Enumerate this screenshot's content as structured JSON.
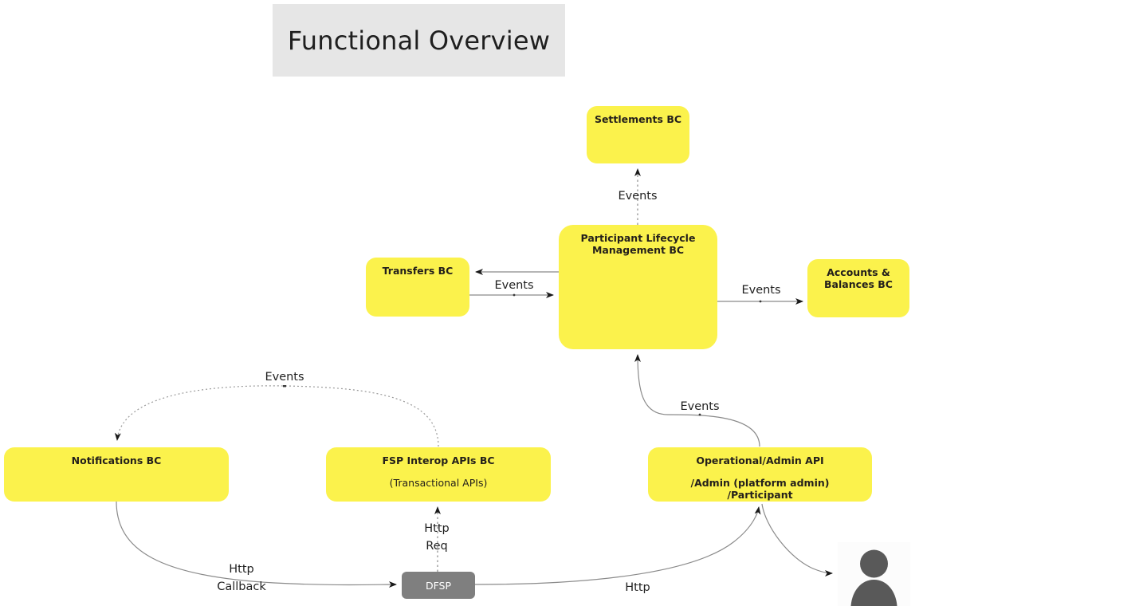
{
  "title": {
    "text": "Functional Overview"
  },
  "colors": {
    "node_fill": "#fbf24c",
    "banner_fill": "#e6e6e6",
    "actor_fill": "#7f7f7f",
    "edge_stroke": "#666666",
    "text": "#231f1b"
  },
  "nodes": {
    "settlements": {
      "title": "Settlements BC"
    },
    "participant_lifecycle": {
      "title": "Participant Lifecycle\nManagement BC"
    },
    "transfers": {
      "title": "Transfers BC"
    },
    "accounts_balances": {
      "title": "Accounts &\nBalances BC"
    },
    "notifications": {
      "title": "Notifications BC"
    },
    "fsp_interop": {
      "title": "FSP Interop APIs BC",
      "subtitle": "(Transactional APIs)"
    },
    "operational_admin": {
      "title": "Operational/Admin API",
      "subtitle": "/Admin (platform admin)\n/Participant"
    },
    "dfsp": {
      "title": "DFSP"
    },
    "user": {
      "icon": "person-icon"
    }
  },
  "edges": [
    {
      "id": "plm-to-settlements",
      "label": "Events",
      "style": "dotted"
    },
    {
      "id": "plm-to-transfers",
      "label": "Events",
      "style": "solid"
    },
    {
      "id": "transfers-to-plm",
      "label": "",
      "style": "solid"
    },
    {
      "id": "plm-to-accounts",
      "label": "Events",
      "style": "solid"
    },
    {
      "id": "fsp-to-notifications",
      "label": "Events",
      "style": "dotted"
    },
    {
      "id": "opadmin-to-plm",
      "label": "Events",
      "style": "solid"
    },
    {
      "id": "notifications-to-dfsp",
      "label": "Http\nCallback",
      "style": "solid"
    },
    {
      "id": "dfsp-to-fsp",
      "label": "Http\nReq",
      "style": "dotted"
    },
    {
      "id": "dfsp-to-opadmin",
      "label": "Http",
      "style": "solid"
    },
    {
      "id": "opadmin-to-user",
      "label": "",
      "style": "solid"
    }
  ]
}
